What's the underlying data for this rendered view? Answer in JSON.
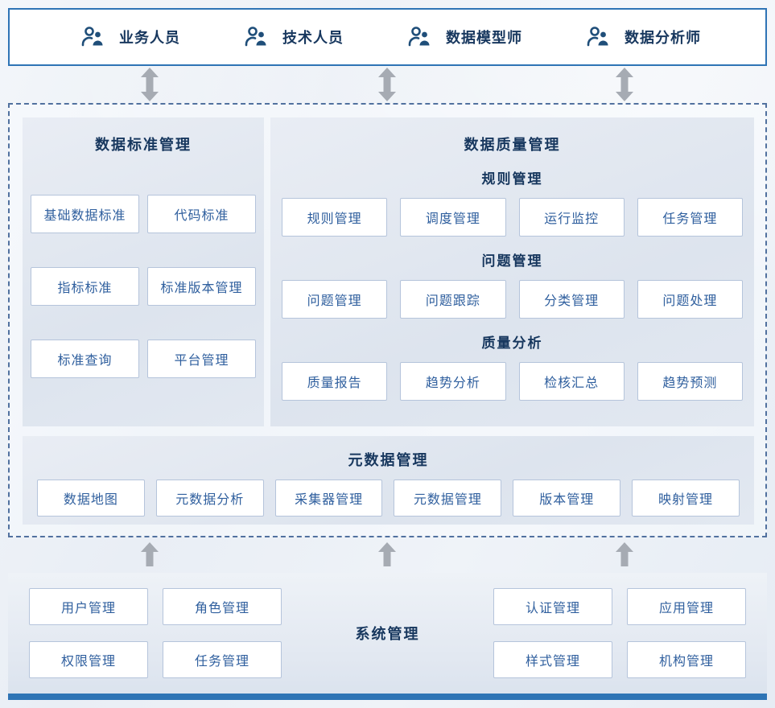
{
  "roles": [
    "业务人员",
    "技术人员",
    "数据模型师",
    "数据分析师"
  ],
  "standard": {
    "title": "数据标准管理",
    "buttons": [
      "基础数据标准",
      "代码标准",
      "指标标准",
      "标准版本管理",
      "标准查询",
      "平台管理"
    ]
  },
  "quality": {
    "title": "数据质量管理",
    "groups": [
      {
        "title": "规则管理",
        "buttons": [
          "规则管理",
          "调度管理",
          "运行监控",
          "任务管理"
        ]
      },
      {
        "title": "问题管理",
        "buttons": [
          "问题管理",
          "问题跟踪",
          "分类管理",
          "问题处理"
        ]
      },
      {
        "title": "质量分析",
        "buttons": [
          "质量报告",
          "趋势分析",
          "检核汇总",
          "趋势预测"
        ]
      }
    ]
  },
  "metadata": {
    "title": "元数据管理",
    "buttons": [
      "数据地图",
      "元数据分析",
      "采集器管理",
      "元数据管理",
      "版本管理",
      "映射管理"
    ]
  },
  "system": {
    "title": "系统管理",
    "left_buttons": [
      "用户管理",
      "角色管理",
      "权限管理",
      "任务管理"
    ],
    "right_buttons": [
      "认证管理",
      "应用管理",
      "样式管理",
      "机构管理"
    ]
  },
  "colors": {
    "accent_blue": "#2e74b5",
    "title_text": "#17375e",
    "button_text": "#2f5f9e",
    "button_border": "#b5c4db",
    "arrow_gray": "#a6abb3",
    "dashed_border": "#51719f"
  }
}
